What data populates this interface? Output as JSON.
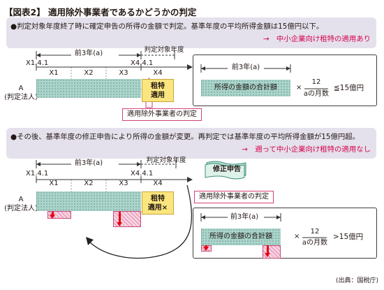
{
  "title": "【図表2】 適用除外事業者であるかどうかの判定",
  "top": {
    "note_line1": "●判定対象年度終了時に確定申告の所得の金額で判定。基準年度の平均所得金額は15億円以下。",
    "note_line2": "→　中小企業向け租特の適用あり",
    "prev3": "前3年(a)",
    "target_year": "判定対象年度",
    "date_start": "X1.4.1",
    "date_end": "X4.4.1",
    "years": [
      "X1",
      "X2",
      "X3",
      "X4"
    ],
    "entity_line1": "A",
    "entity_line2": "(判定法人)",
    "tokurei_line1": "租特",
    "tokurei_line2": "適用",
    "judgement_label": "適用除外事業者の判定",
    "panel_prev3": "前3年(a)",
    "income_total": "所得の金額の合計額",
    "times": "×",
    "frac_num": "12",
    "frac_den": "aの月数",
    "result": "≦15億円"
  },
  "bottom": {
    "note_line1": "●その後、基準年度の修正申告により所得の金額が変更。再判定では基準年度の平均所得金額が15億円超。",
    "note_line2": "→　遡って中小企業向け租特の適用なし",
    "prev3": "前3年(a)",
    "target_year": "判定対象年度",
    "date_start": "X1.4.1",
    "date_end": "X4.4.1",
    "years": [
      "X1",
      "X2",
      "X3",
      "X4"
    ],
    "entity_line1": "A",
    "entity_line2": "(判定法人)",
    "tokurei_line1": "租特",
    "tokurei_line2": "適用",
    "cross": "×",
    "amended_return": "修正申告",
    "judgement_label": "適用除外事業者の判定",
    "panel_prev3": "前3年(a)",
    "income_total": "所得の金額の合計額",
    "times": "×",
    "frac_num": "12",
    "frac_den": "aの月数",
    "result": ">15億円"
  },
  "source": "(出典：国税庁)",
  "colors": {
    "teal": "#a9d5cb",
    "pink": "#d6004b",
    "yellow": "#fbe57e",
    "panel_bg": "#e4e1ec",
    "red_arrow": "#e60012"
  }
}
